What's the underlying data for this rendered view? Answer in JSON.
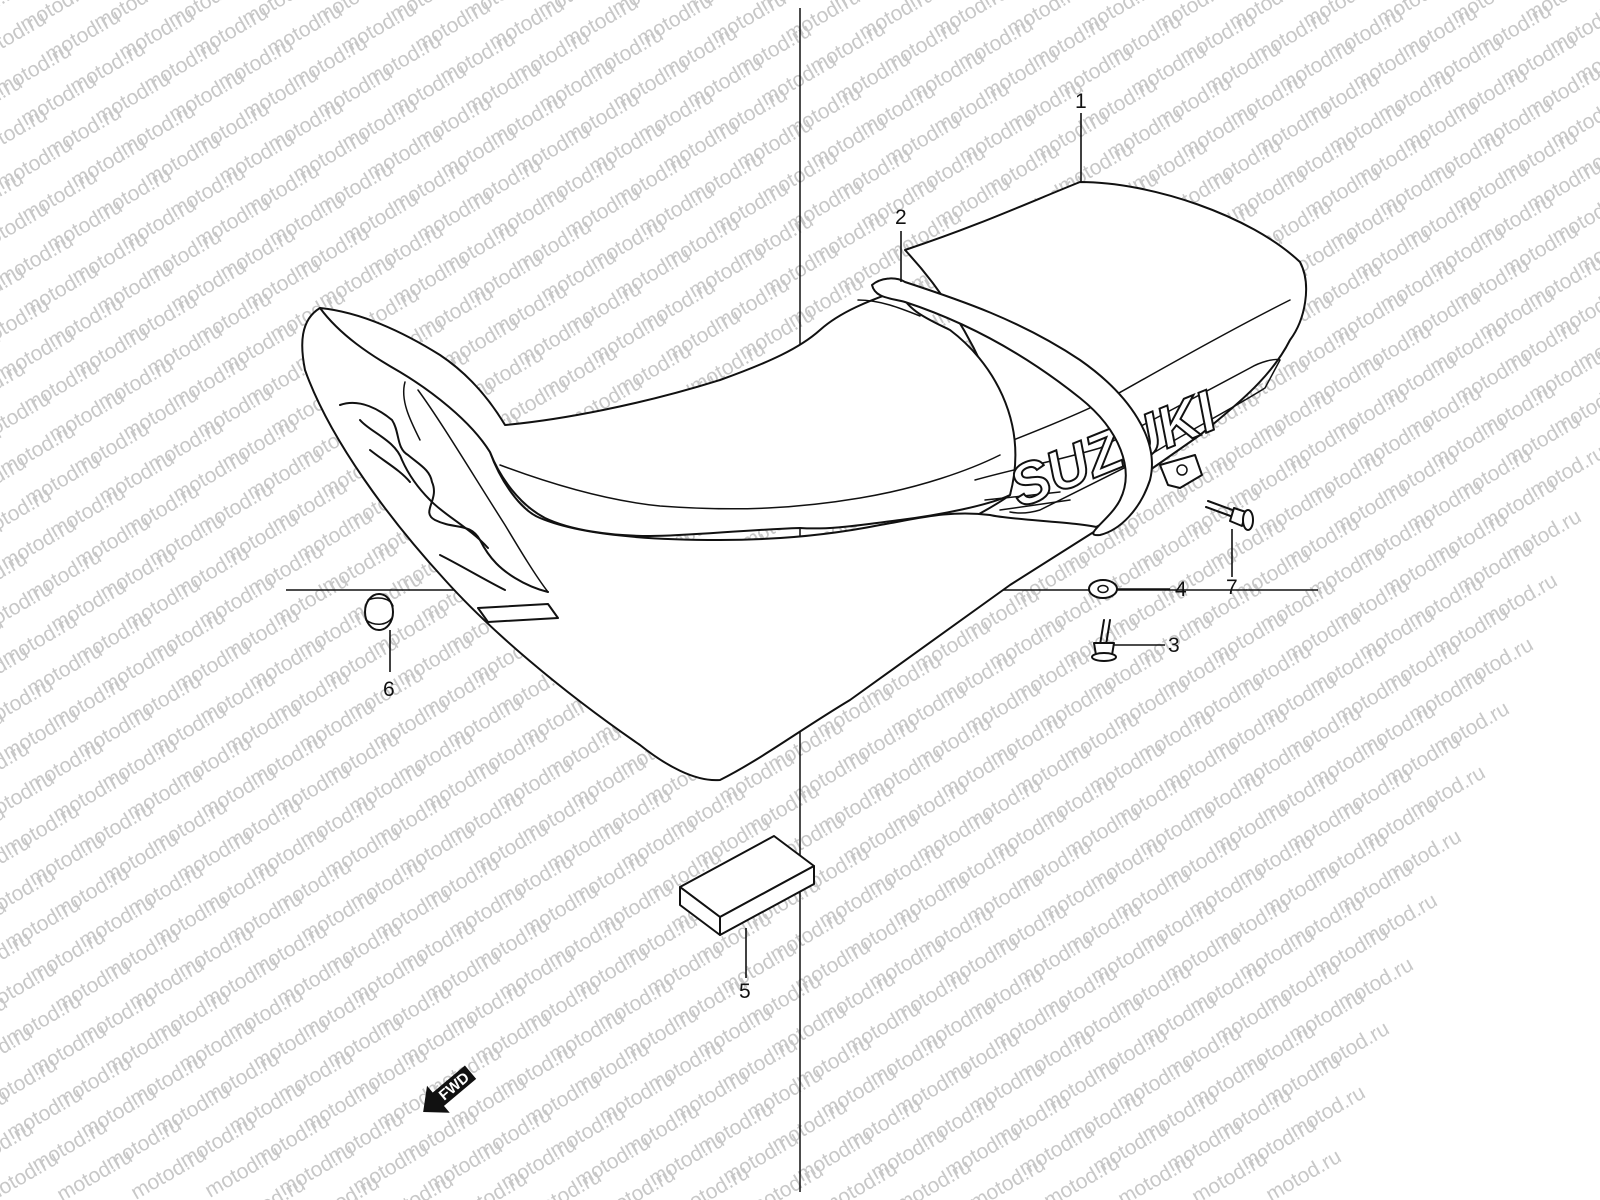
{
  "watermark": {
    "text": "motod.ru",
    "color": "#c8c8c8"
  },
  "diagram": {
    "line_color": "#111111",
    "background": "#ffffff",
    "brand_logo": "SUZUKI",
    "direction_marker": "FWD",
    "callouts": [
      {
        "label": "1",
        "part": "seat-assembly"
      },
      {
        "label": "2",
        "part": "seat-strap"
      },
      {
        "label": "3",
        "part": "bolt"
      },
      {
        "label": "4",
        "part": "washer"
      },
      {
        "label": "5",
        "part": "cushion-pad"
      },
      {
        "label": "6",
        "part": "cushion-grommet"
      },
      {
        "label": "7",
        "part": "bolt-flanged"
      }
    ]
  }
}
